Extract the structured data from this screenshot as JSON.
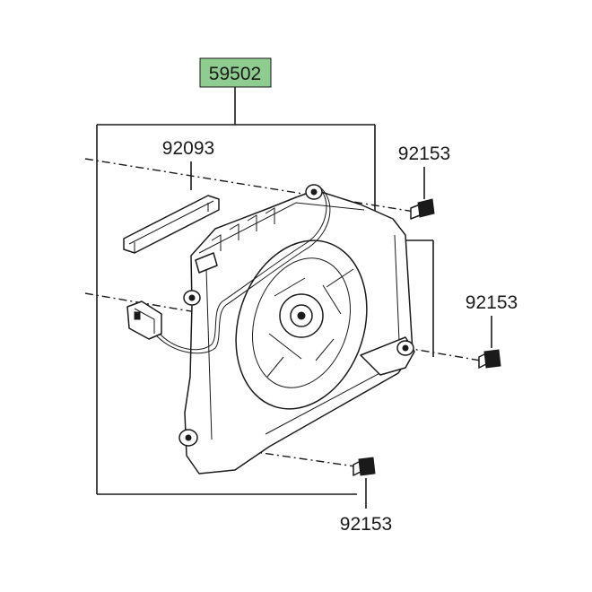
{
  "assembly": {
    "part_number": "59502",
    "highlight_color": "#8fcc8f"
  },
  "callouts": {
    "bracket": {
      "part_number": "92093"
    },
    "bolt_top_right": {
      "part_number": "92153"
    },
    "bolt_mid_right": {
      "part_number": "92153"
    },
    "bolt_bottom": {
      "part_number": "92153"
    }
  },
  "icons": {
    "fan": "fan-icon",
    "connector": "connector-icon",
    "bolt": "bolt-icon"
  }
}
